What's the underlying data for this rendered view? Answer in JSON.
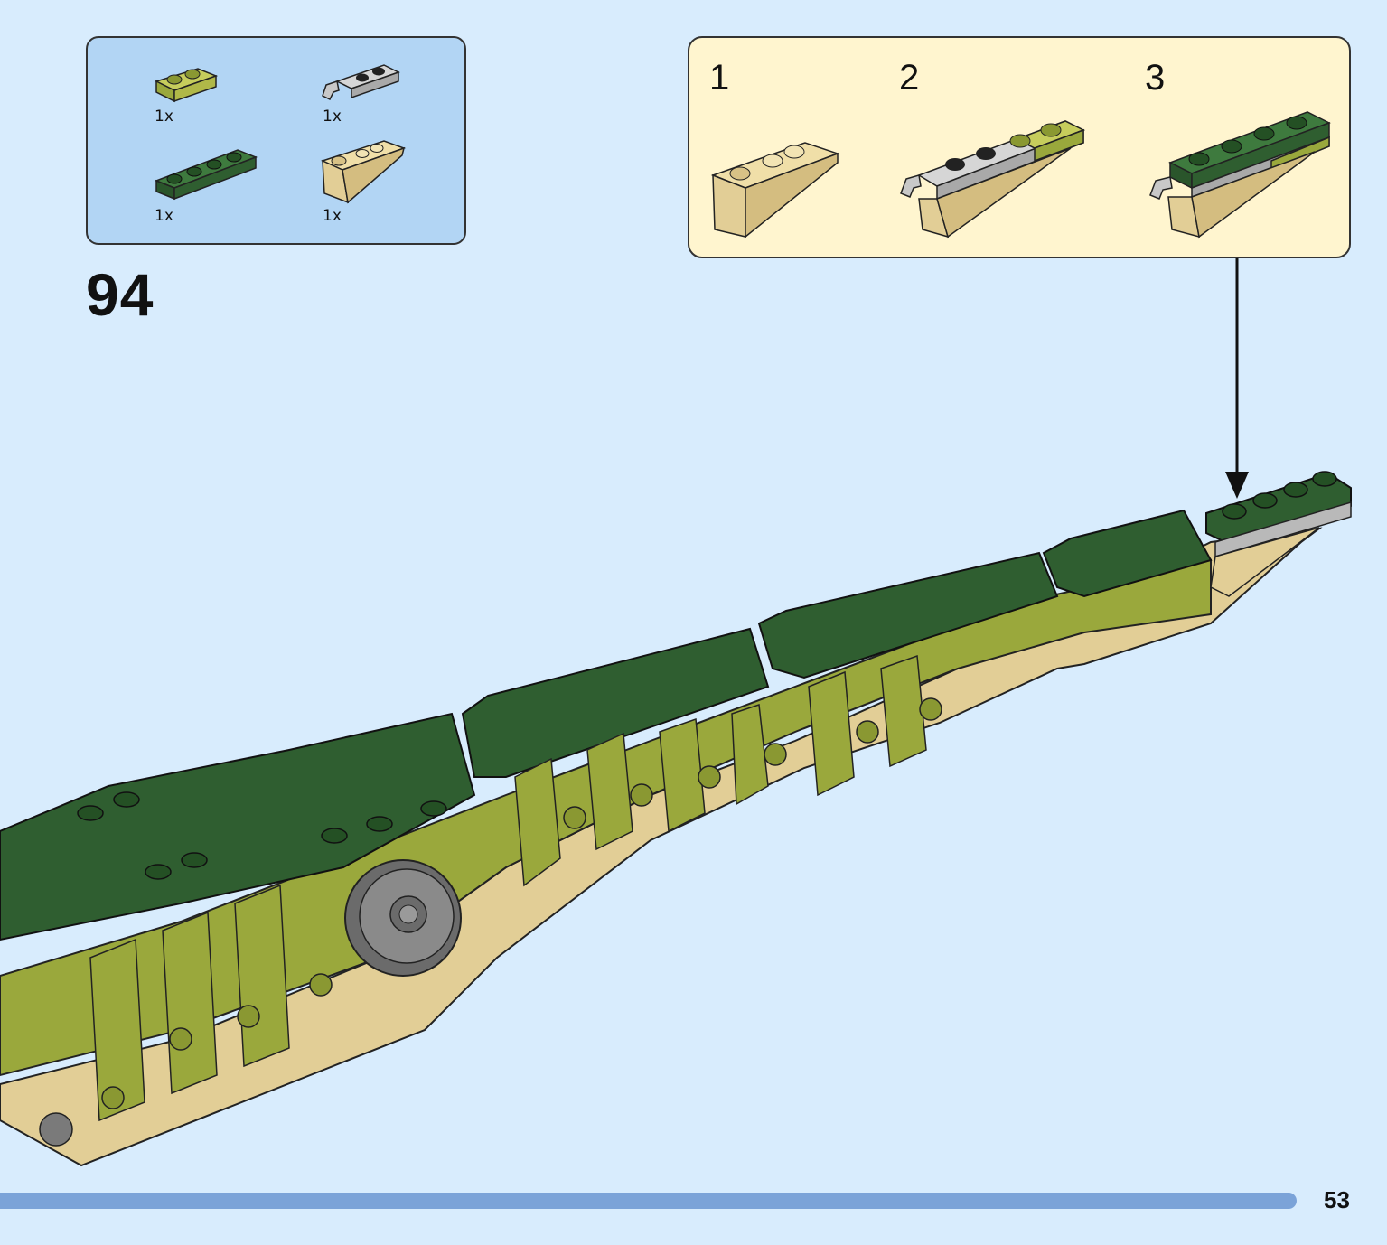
{
  "parts_list": {
    "items": [
      {
        "part": "olive-plate-1x2",
        "qty": "1x"
      },
      {
        "part": "grey-clip-plate-1x2",
        "qty": "1x"
      },
      {
        "part": "dark-green-plate-1x4",
        "qty": "1x"
      },
      {
        "part": "tan-inverted-slope",
        "qty": "1x"
      }
    ]
  },
  "step": {
    "number": "94"
  },
  "sub_assembly": {
    "steps": [
      {
        "label": "1"
      },
      {
        "label": "2"
      },
      {
        "label": "3"
      }
    ]
  },
  "colors": {
    "background": "#d8ecfd",
    "parts_box": "#b2d5f4",
    "sub_box": "#fff5cf",
    "dark_green": "#2f5e30",
    "olive": "#9aa83c",
    "tan": "#e2ce96",
    "grey": "#b9b9b9",
    "progress": "#7ba3d8"
  },
  "page": {
    "number": "53"
  }
}
